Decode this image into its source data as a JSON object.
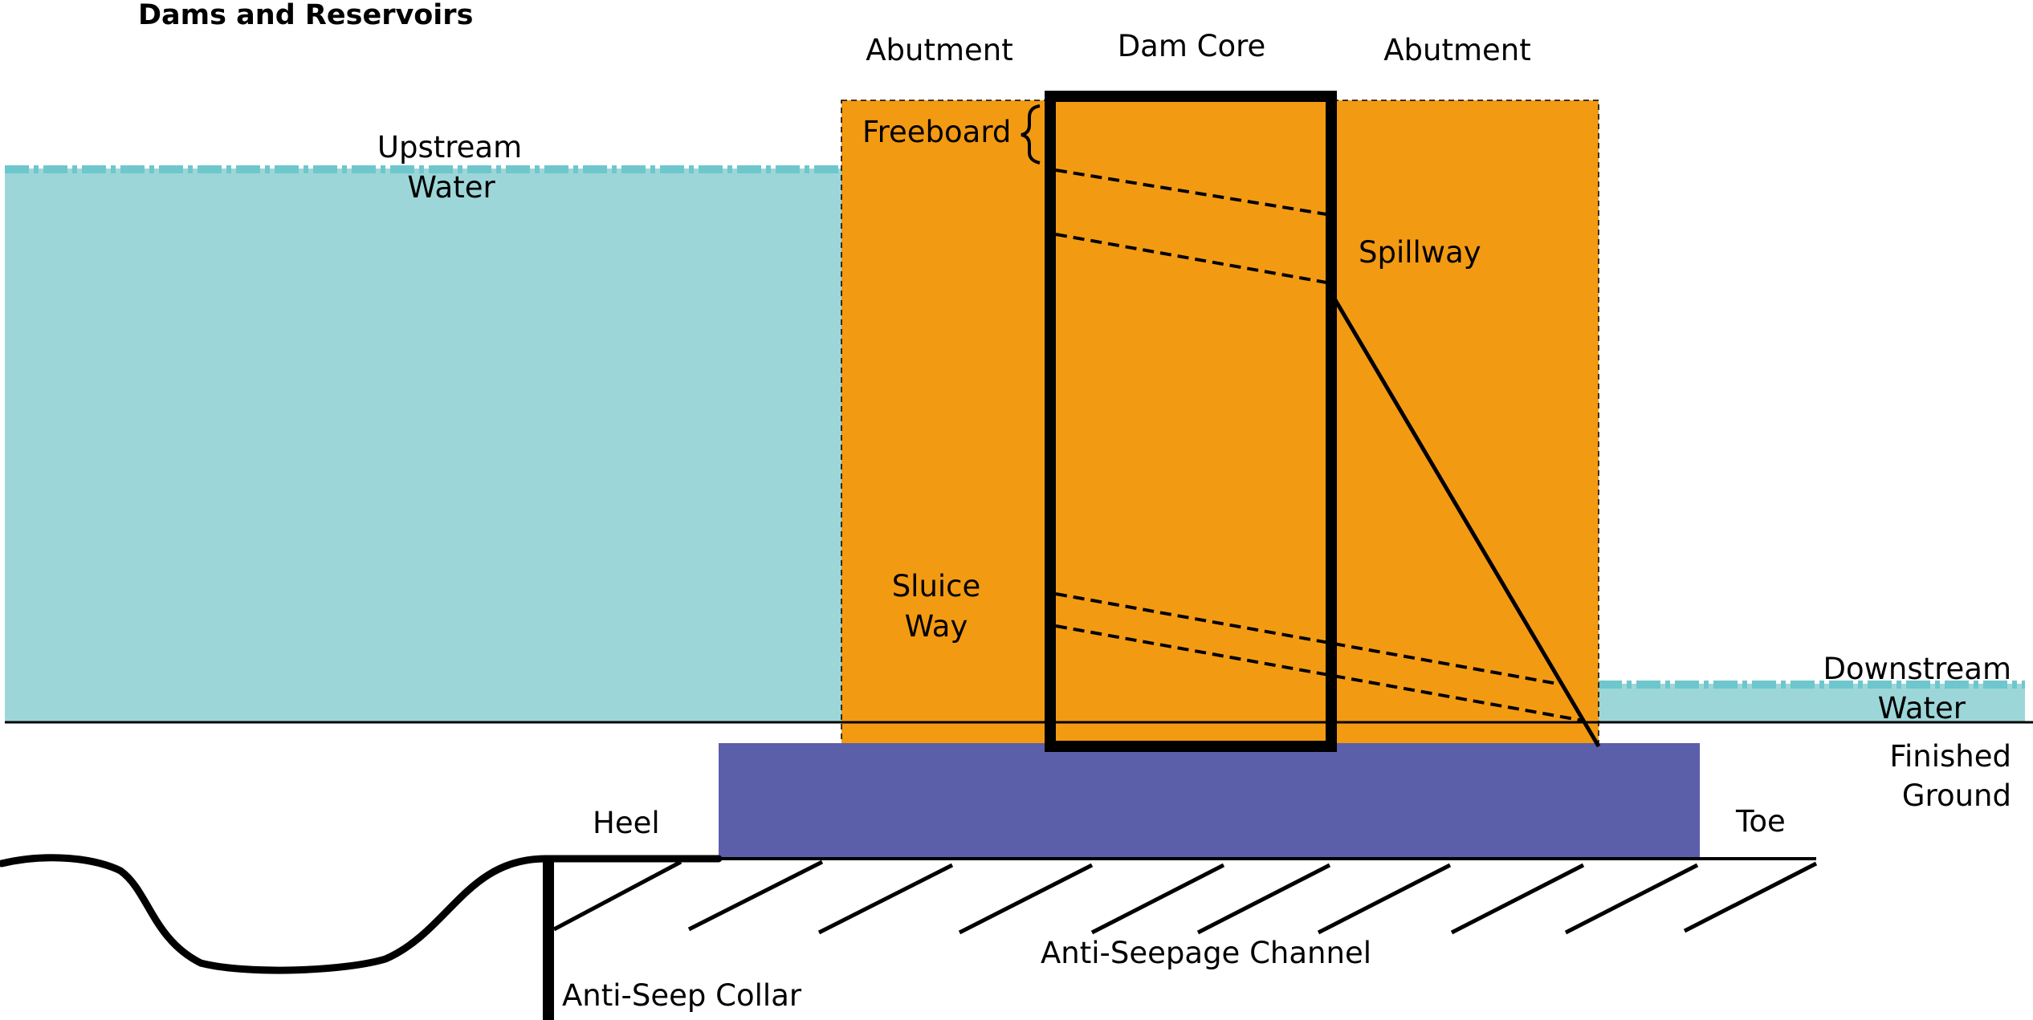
{
  "title": "Dams and Reservoirs",
  "labels": {
    "abutment_left": "Abutment",
    "dam_core": "Dam Core",
    "abutment_right": "Abutment",
    "freeboard": "Freeboard",
    "upstream_water_line1": "Upstream",
    "upstream_water_line2": "Water",
    "spillway": "Spillway",
    "sluice_way_line1": "Sluice",
    "sluice_way_line2": "Way",
    "downstream_water_line1": "Downstream",
    "downstream_water_line2": "Water",
    "finished_ground_line1": "Finished",
    "finished_ground_line2": "Ground",
    "heel": "Heel",
    "toe": "Toe",
    "anti_seepage_channel": "Anti-Seepage Channel",
    "anti_seep_collar": "Anti-Seep Collar"
  },
  "colors": {
    "water": "#9dd6d8",
    "water_surface": "#6ec7cc",
    "abutment": "#f39a13",
    "foundation": "#5b5ea8",
    "outline": "#000000"
  }
}
